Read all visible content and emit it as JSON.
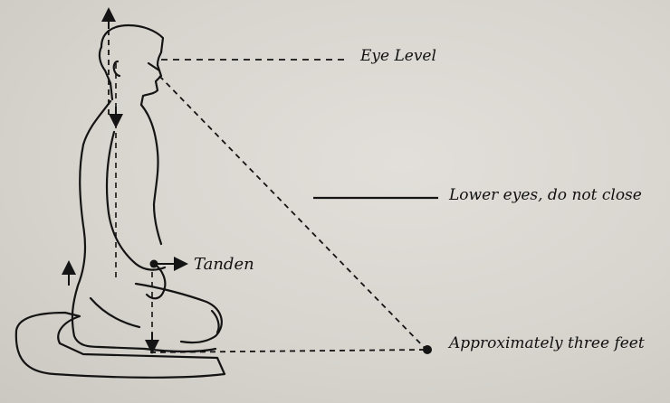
{
  "labels": {
    "eye_level": "Eye Level",
    "lower_eyes": "Lower eyes, do not close",
    "tanden": "Tanden",
    "distance": "Approximately three feet"
  },
  "colors": {
    "ink": "#141414",
    "paper": "#dcd9d3"
  }
}
